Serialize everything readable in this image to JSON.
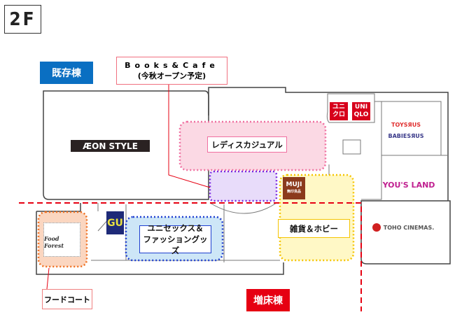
{
  "floor": "2F",
  "buildings": {
    "existing": "既存棟",
    "annex": "増床棟"
  },
  "callouts": {
    "books_cafe": {
      "title": "Books&Cafe",
      "note": "(今秋オープン予定)"
    },
    "food_court": "フードコート"
  },
  "zones": {
    "ladies": "レディスカジュアル",
    "unisex_line1": "ユニセックス＆",
    "unisex_line2": "ファッショングッズ",
    "goods": "雑貨＆ホビー"
  },
  "stores": {
    "aeon": "ÆON STYLE",
    "uniqlo_kana_1": "ユニ",
    "uniqlo_kana_2": "クロ",
    "uniqlo_1": "UNI",
    "uniqlo_2": "QLO",
    "toysrus": "TOYSЯUS",
    "babiesrus": "BABIESЯUS",
    "yous_land": "YOU'S LAND",
    "muji": "MUJI",
    "muji_sub": "無印良品",
    "gu": "GU",
    "toho": "TOHO CINEMAS.",
    "food_forest": "Food Forest"
  },
  "colors": {
    "existing": "#0a6fc2",
    "annex": "#e60012",
    "ladies": "#fbd9e4",
    "purple": "#e8dcfa",
    "goods": "#fff8c6",
    "unisex": "#cde6f7",
    "food": "#fbd6c0"
  }
}
